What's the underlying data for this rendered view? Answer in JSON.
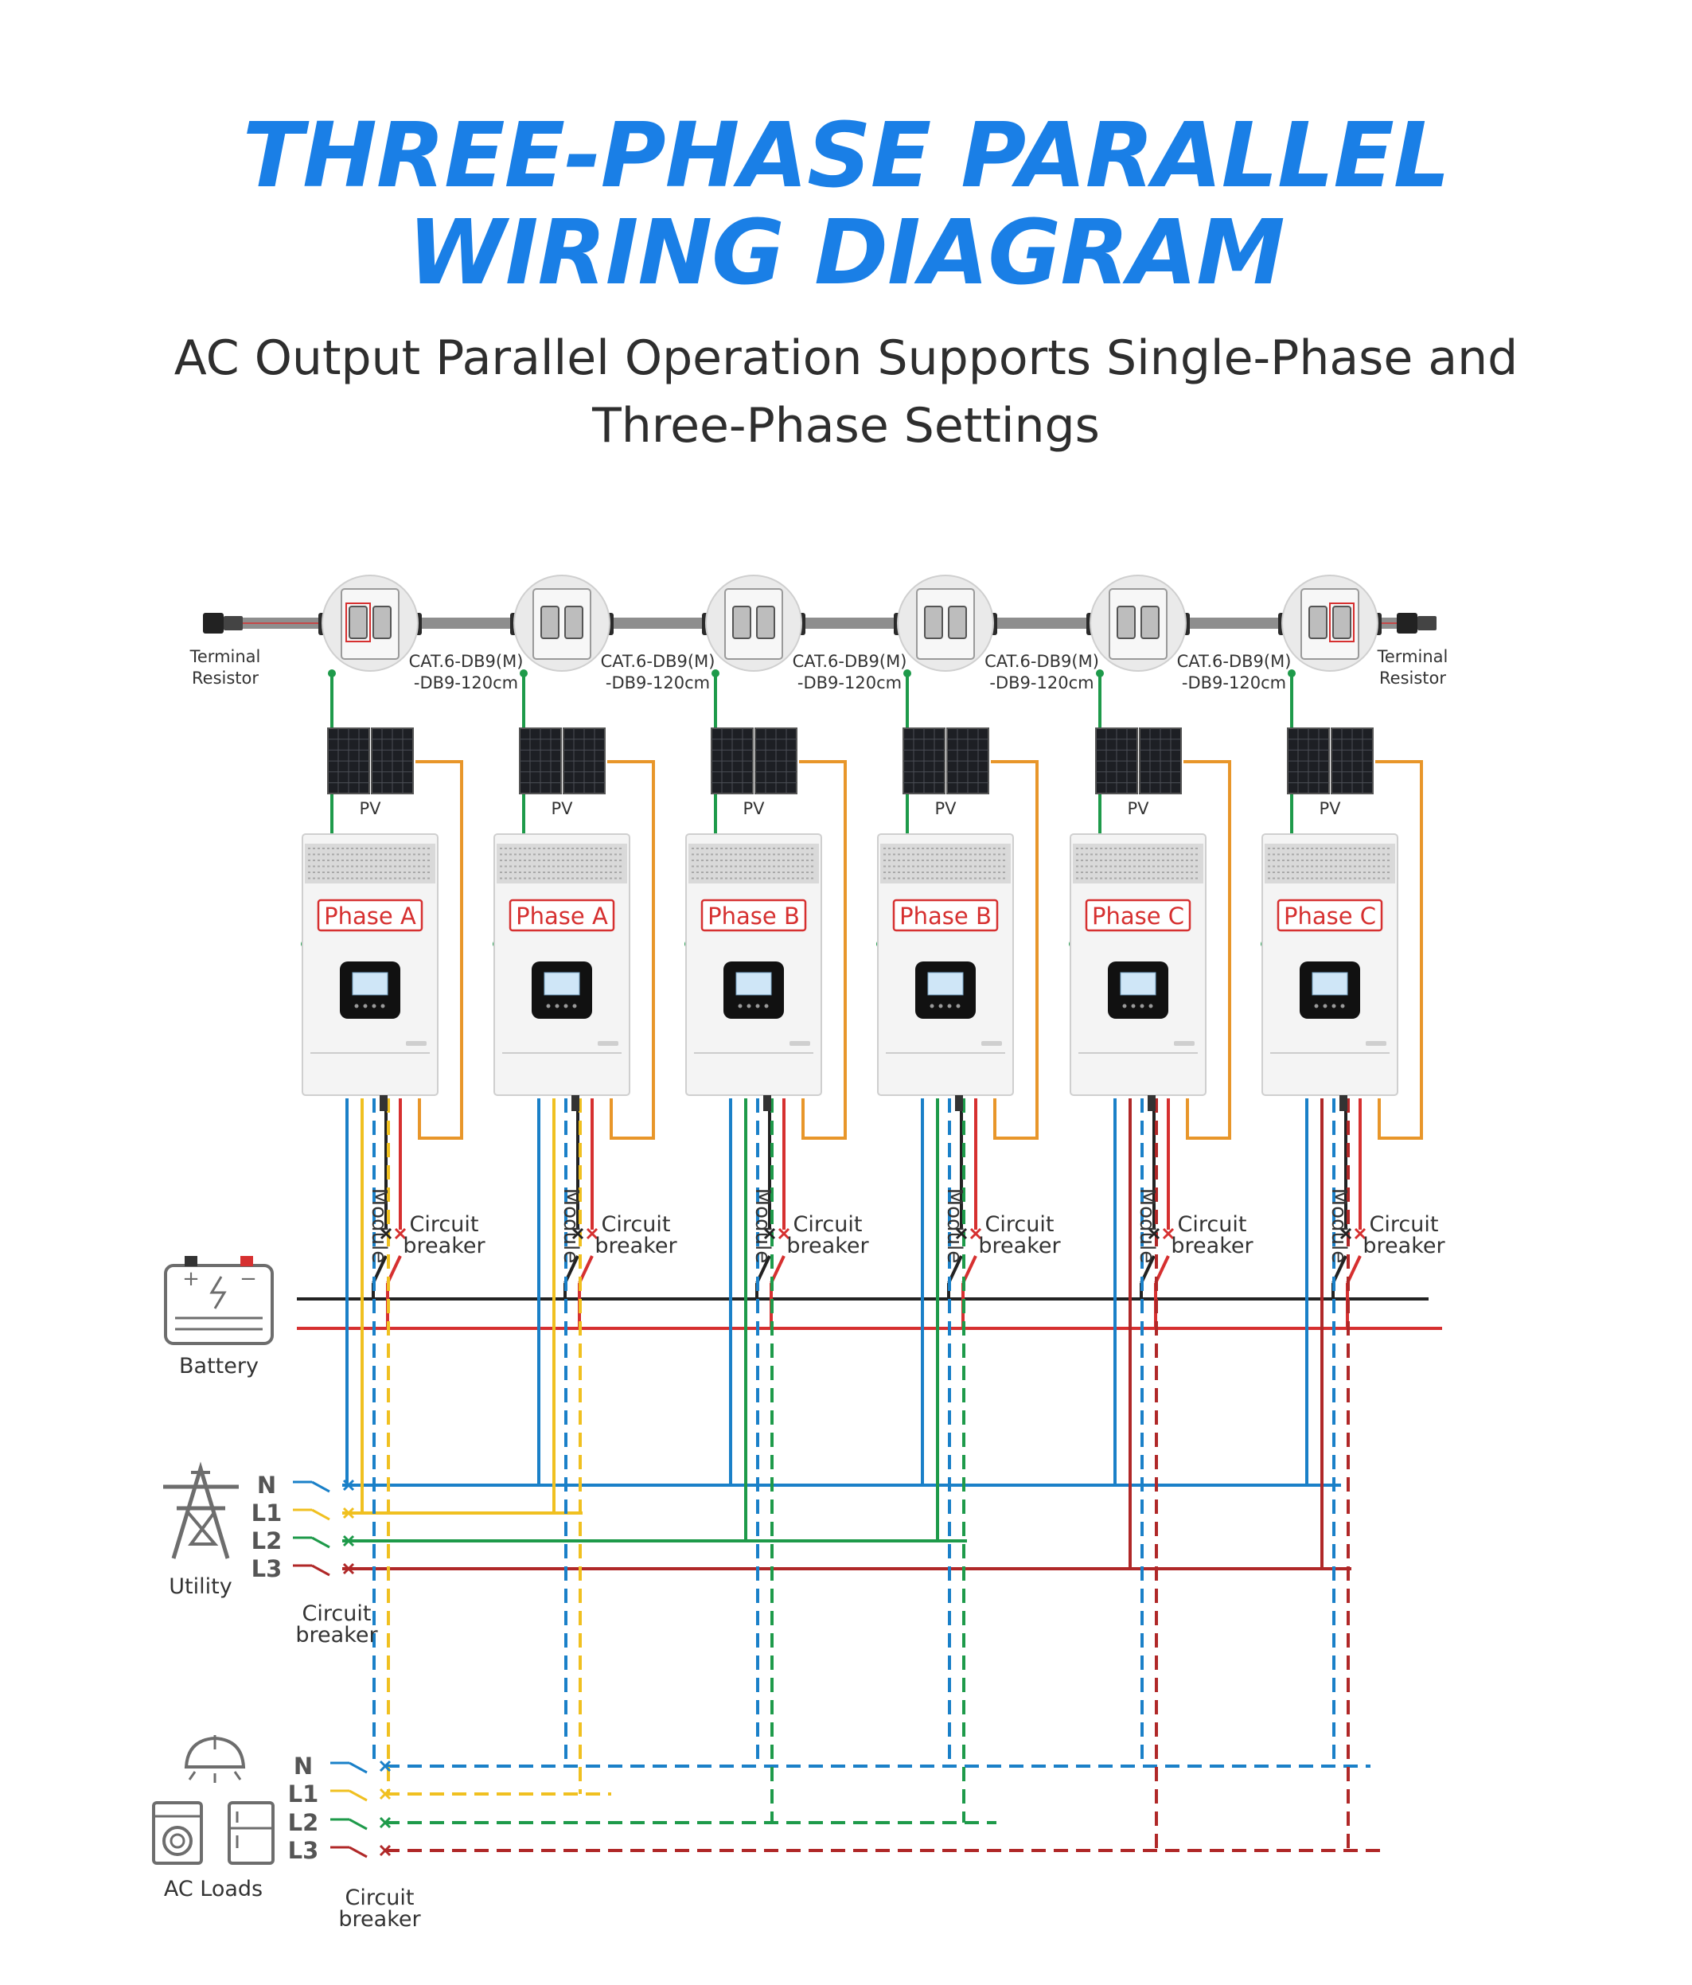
{
  "title": {
    "line1": "THREE-PHASE PARALLEL",
    "line2": "WIRING DIAGRAM"
  },
  "subtitle": {
    "line1": "AC Output Parallel Operation Supports Single-Phase and",
    "line2": "Three-Phase Settings"
  },
  "colors": {
    "accent": "#1a7fe6",
    "N": "#1a80c8",
    "L1": "#f0c020",
    "L2": "#1e9a4a",
    "L3": "#b02828",
    "pv_wire": "#e8962a",
    "comm_wire": "#1e9a4a",
    "battery_pos": "#d63030",
    "battery_neg": "#222222",
    "phase_label": "#d63030"
  },
  "labels": {
    "terminal_resistor": [
      "Terminal",
      "Resistor"
    ],
    "cable": [
      "CAT.6-DB9(M)",
      "-DB9-120cm"
    ],
    "pv": "PV",
    "module": "Module",
    "circuit_breaker": [
      "Circuit",
      "breaker"
    ],
    "battery": "Battery",
    "utility": "Utility",
    "ac_loads": "AC Loads",
    "line_names": [
      "N",
      "L1",
      "L2",
      "L3"
    ]
  },
  "inverters": [
    {
      "phase": "Phase A"
    },
    {
      "phase": "Phase A"
    },
    {
      "phase": "Phase B"
    },
    {
      "phase": "Phase B"
    },
    {
      "phase": "Phase C"
    },
    {
      "phase": "Phase C"
    }
  ],
  "icons": {
    "battery": "battery-icon",
    "utility": "power-tower-icon",
    "loads": [
      "ceiling-lamp-icon",
      "washing-machine-icon",
      "refrigerator-icon"
    ]
  }
}
